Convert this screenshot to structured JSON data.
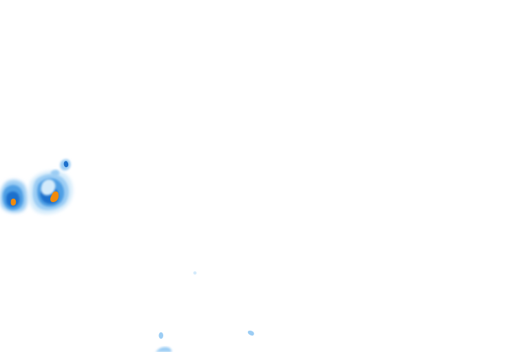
{
  "map": {
    "layer": "precipitation-radar-overlay",
    "background_color": "#ffffff",
    "intensity_colors": {
      "very_light": "#d4ebfb",
      "light": "#9ccdf4",
      "moderate": "#4f9fe4",
      "heavy": "#1c6fcc",
      "very_heavy": "#0e4fa6",
      "extreme": "#f08a0c"
    },
    "cells": [
      {
        "id": "cell-west",
        "peak_intensity": "extreme"
      },
      {
        "id": "cell-central",
        "peak_intensity": "extreme"
      },
      {
        "id": "cell-north-small",
        "peak_intensity": "heavy"
      },
      {
        "id": "speck-south-1",
        "peak_intensity": "very_light"
      },
      {
        "id": "speck-south-2",
        "peak_intensity": "light"
      },
      {
        "id": "speck-south-3",
        "peak_intensity": "light"
      },
      {
        "id": "speck-south-4",
        "peak_intensity": "light"
      }
    ]
  }
}
